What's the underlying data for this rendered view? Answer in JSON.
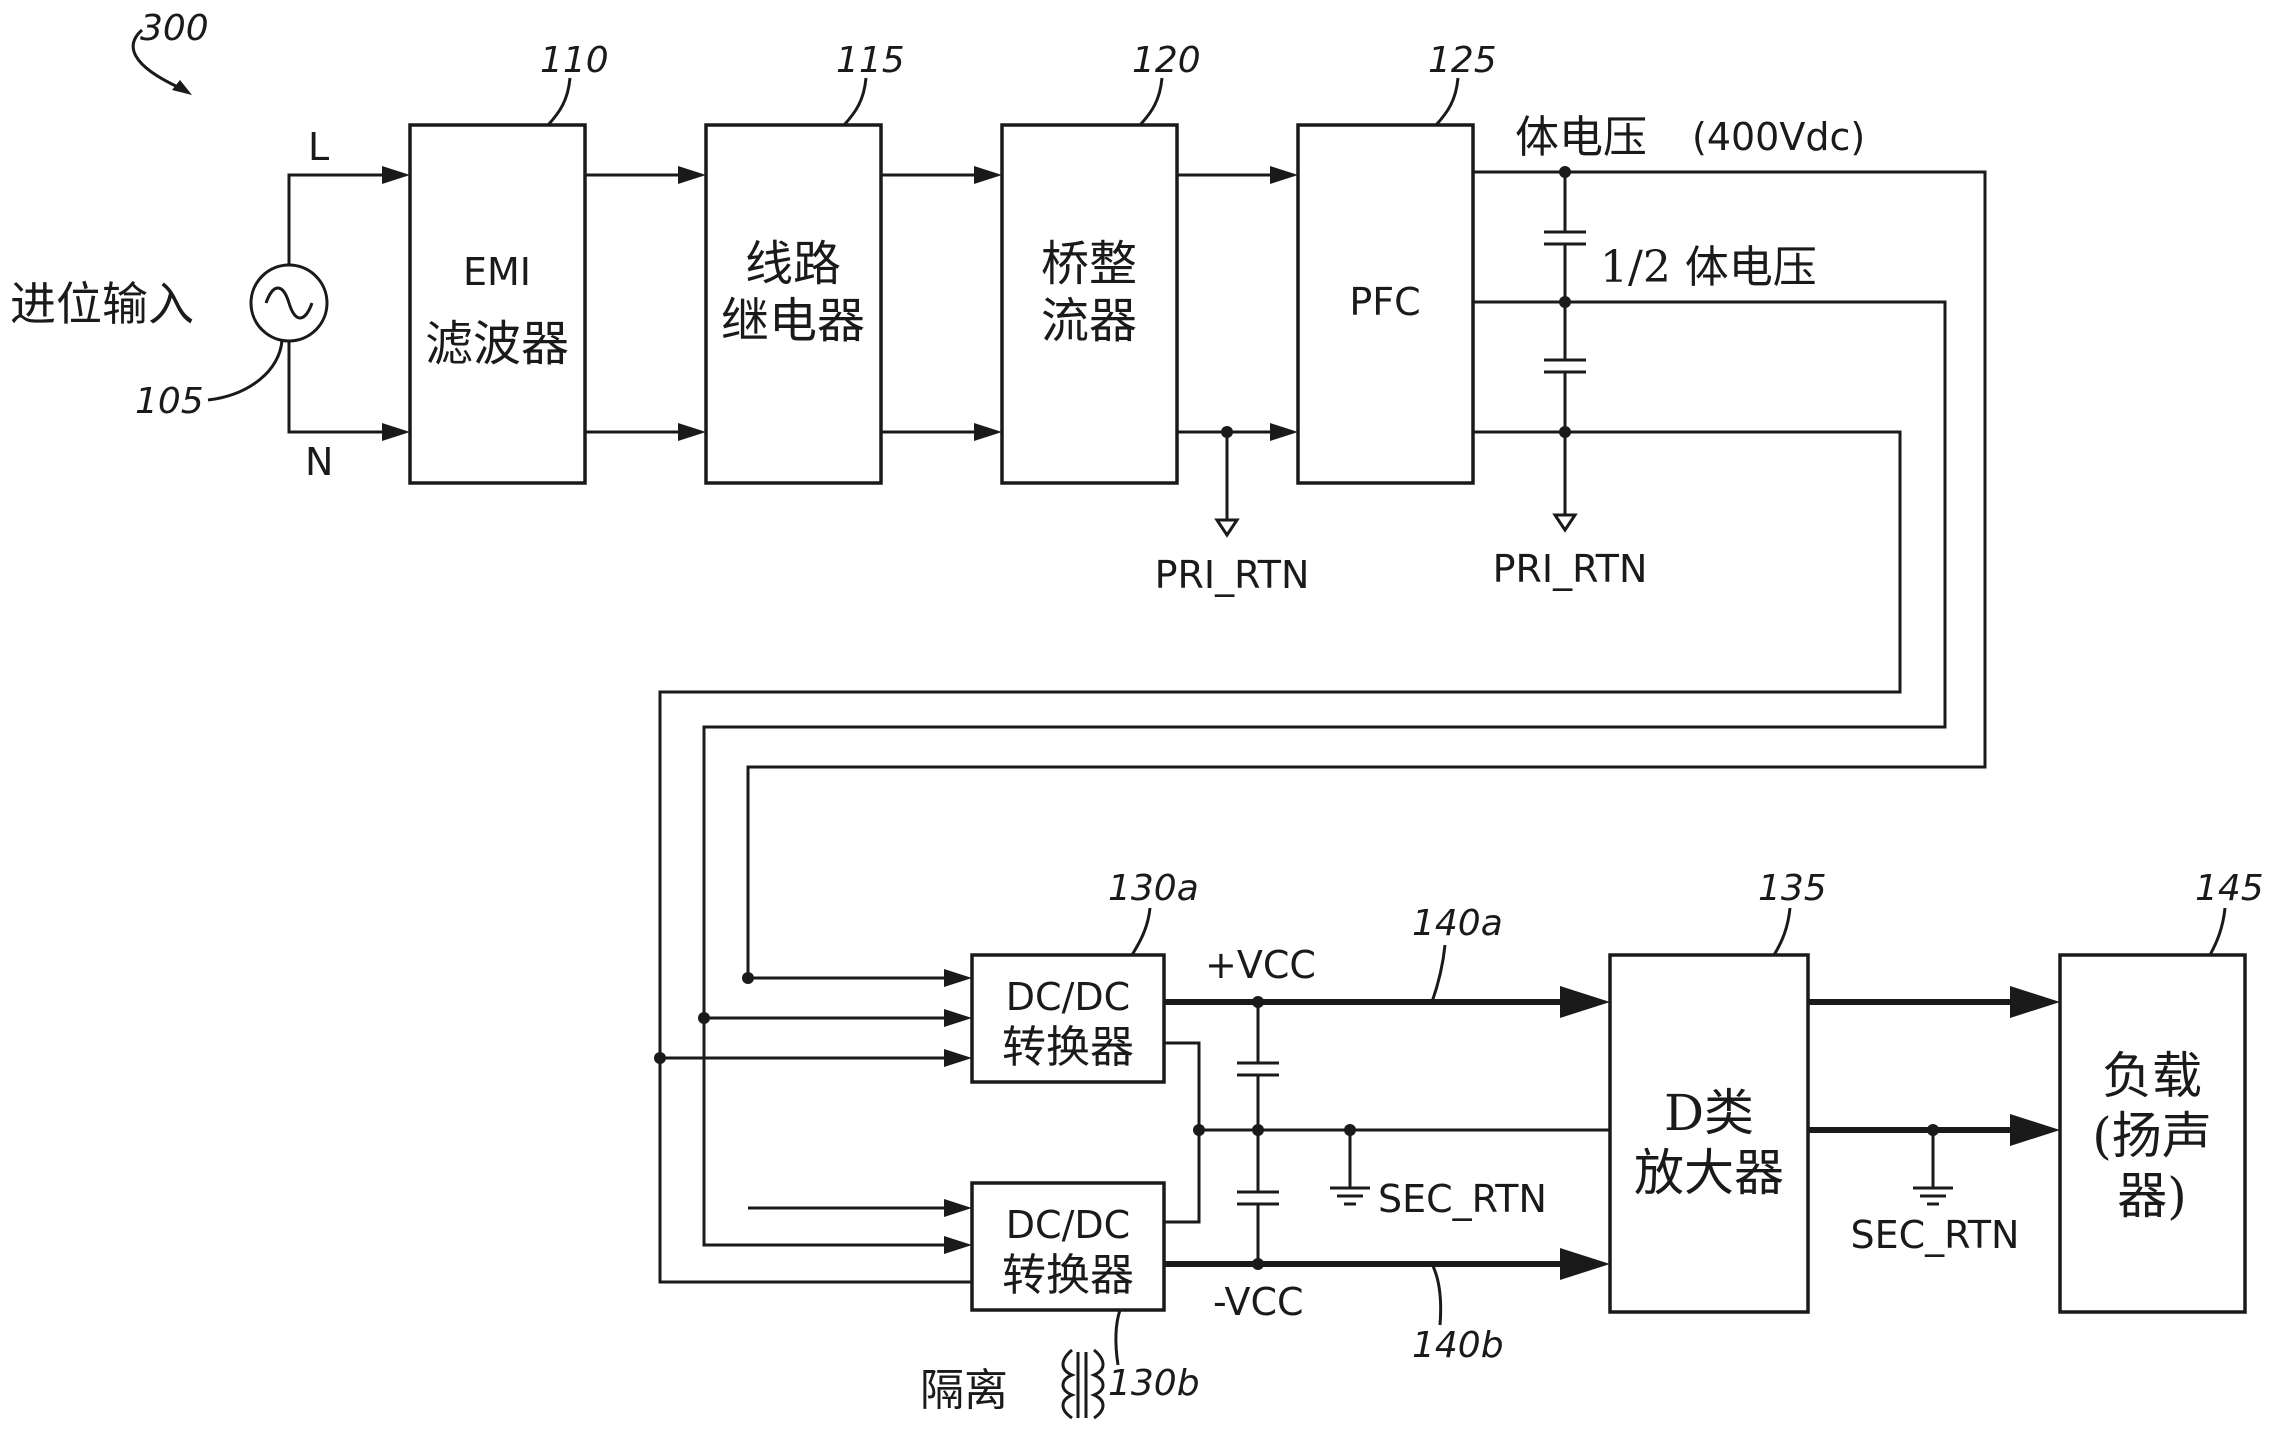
{
  "figure": {
    "ref": "300",
    "source": {
      "label": "进位输入",
      "ref": "105",
      "line_l": "L",
      "line_n": "N"
    },
    "blocks": {
      "emi": {
        "ref": "110",
        "line1": "EMI",
        "line2": "滤波器"
      },
      "relay": {
        "ref": "115",
        "line1": "线路",
        "line2": "继电器"
      },
      "rect": {
        "ref": "120",
        "line1": "桥整",
        "line2": "流器"
      },
      "pfc": {
        "ref": "125",
        "line1": "PFC"
      },
      "dcdc_a": {
        "ref": "130a",
        "line1": "DC/DC",
        "line2": "转换器"
      },
      "dcdc_b": {
        "ref": "130b",
        "line1": "DC/DC",
        "line2": "转换器"
      },
      "amp": {
        "ref": "135",
        "line1": "D类",
        "line2": "放大器"
      },
      "load": {
        "ref": "145",
        "line1": "负载",
        "line2": "(扬声",
        "line3": "器)"
      }
    },
    "labels": {
      "bulk_voltage": "体电压",
      "bulk_voltage_value": "(400Vdc)",
      "half_bulk_voltage": "1/2 体电压",
      "pri_rtn_1": "PRI_RTN",
      "pri_rtn_2": "PRI_RTN",
      "plus_vcc": "+VCC",
      "minus_vcc": "-VCC",
      "sec_rtn_1": "SEC_RTN",
      "sec_rtn_2": "SEC_RTN",
      "rail_a_ref": "140a",
      "rail_b_ref": "140b",
      "isolation": "隔离"
    }
  }
}
